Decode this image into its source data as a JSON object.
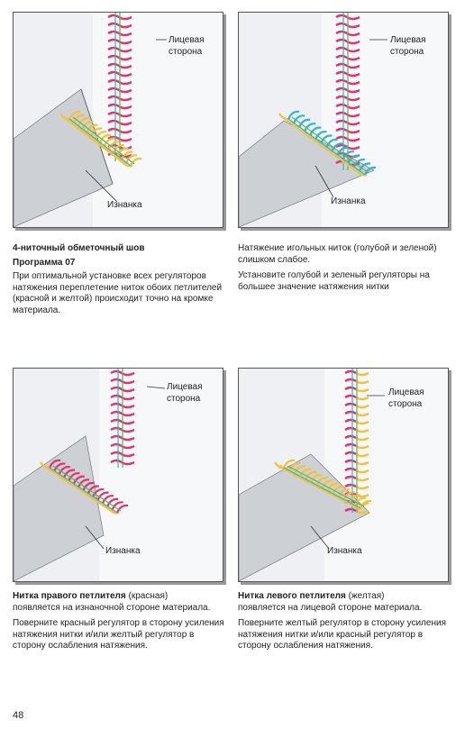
{
  "panels": [
    {
      "label_face": "Лицевая\nсторона",
      "label_back": "Изнанка",
      "caption_title": "4-ниточный обметочный шов",
      "caption_subtitle": "Программа 07",
      "caption_body": "При оптимальной установке всех регуляторов натяжения переплетение ниток обоих петлителей (красной и желтой) происходит точно на кромке материала."
    },
    {
      "label_face": "Лицевая\nсторона",
      "label_back": "Изнанка",
      "caption_p1": "Натяжение игольных ниток (голубой и зеленой) слишком слабое.",
      "caption_p2": "Установите голубой и зеленый регуляторы на большее значение  натяжения нитки"
    },
    {
      "label_face": "Лицевая\nсторона",
      "label_back": "Изнанка",
      "caption_title": "Нитка правого петлителя",
      "caption_title_note": " (красная)",
      "caption_p1": "появляется на изнаночной стороне материала.",
      "caption_p2": "Поверните красный регулятор в сторону усиления натяжения нитки и/или желтый регулятор в сторону ослабления натяжения."
    },
    {
      "label_face": "Лицевая\nсторона",
      "label_back": "Изнанка",
      "caption_title": "Нитка левого петлителя",
      "caption_title_note": " (желтая)",
      "caption_p1": "появляется на лицевой стороне материала.",
      "caption_p2": "Поверните желтый регулятор в сторону усиления натяжения нитки и/или красный регулятор в сторону ослабления натяжения."
    }
  ],
  "page_number": "48",
  "colors": {
    "red_thread": "#e0336f",
    "yellow_thread": "#f2c23a",
    "blue_thread": "#2fb3d9",
    "green_thread": "#58b84a",
    "fabric": "#cfd3d8",
    "panel_bg": "#eef0f3"
  }
}
